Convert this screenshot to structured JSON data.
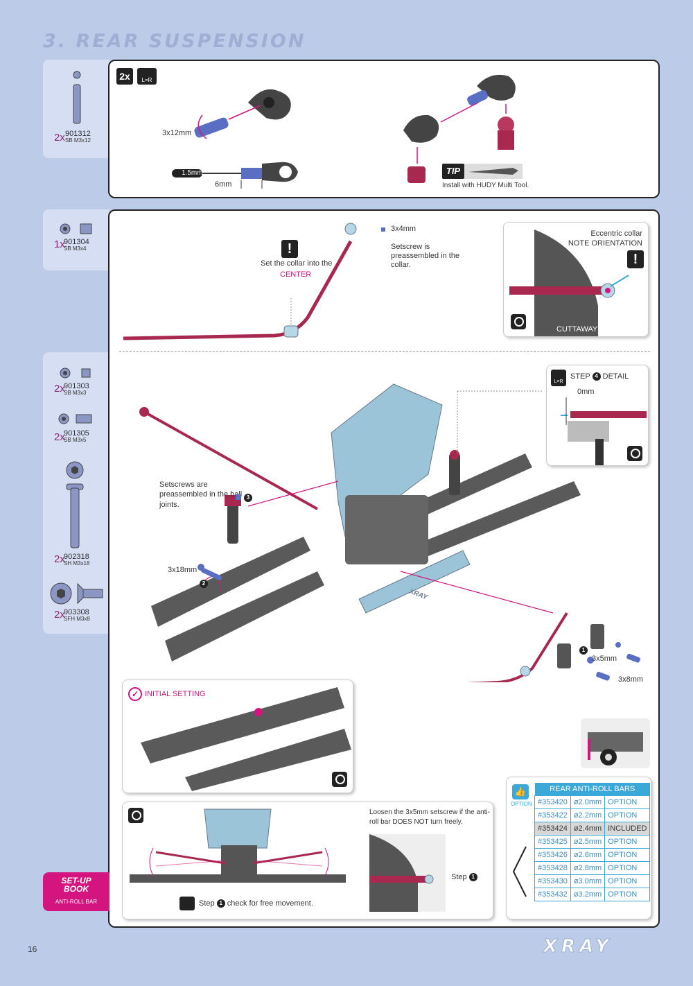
{
  "section_title": "3. REAR SUSPENSION",
  "page_number": "16",
  "brand": "XRAY",
  "parts_group1": [
    {
      "qty": "2x",
      "number": "901312",
      "desc": "SB M3x12"
    }
  ],
  "parts_group2": [
    {
      "qty": "1x",
      "number": "901304",
      "desc": "SB M3x4"
    }
  ],
  "parts_group3": [
    {
      "qty": "2x",
      "number": "901303",
      "desc": "SB M3x3"
    },
    {
      "qty": "2x",
      "number": "901305",
      "desc": "SB M3x5"
    },
    {
      "qty": "2x",
      "number": "902318",
      "desc": "SH M3x18"
    },
    {
      "qty": "2x",
      "number": "903308",
      "desc": "SFH M3x8"
    }
  ],
  "step1": {
    "qty_badge": "2x",
    "lr_badge": "L=R",
    "screw_label": "3x12mm",
    "hex_label": "1.5mm",
    "depth_label": "6mm",
    "tip_badge": "TIP",
    "tip_text": "Install with HUDY Multi Tool."
  },
  "step2": {
    "screw_label": "3x4mm",
    "setscrew_note": "Setscrew is preassembled in the collar.",
    "collar_note": "Set the collar into the",
    "collar_center": "CENTER",
    "inset_line1": "Eccentric collar",
    "inset_line2": "NOTE ORIENTATION",
    "inset_footer": "CUTTAWAY VIEW"
  },
  "step3": {
    "detail_title": "STEP",
    "detail_step": "4",
    "detail_suffix": "DETAIL",
    "detail_measure": "0mm",
    "ball_joint_note": "Setscrews are preassembled in the ball joints.",
    "marker3": "3",
    "screw_18": "3x18mm",
    "marker2": "2",
    "marker1": "1",
    "screw_5": "3x5mm",
    "screw_8": "3x8mm",
    "stamp": "XRAY"
  },
  "initial_setting": "INITIAL SETTING",
  "free_movement": {
    "step_word": "Step",
    "step_num": "1",
    "check_text": "check for free movement.",
    "loosen_note": "Loosen the 3x5mm setscrew if the anti-roll bar DOES NOT turn freely.",
    "step_label": "Step",
    "step_label_num": "1"
  },
  "option_badge": "OPTION",
  "antiroll_table": {
    "header": "REAR ANTI-ROLL BARS",
    "rows": [
      {
        "part": "#353420",
        "size": "ø2.0mm",
        "status": "OPTION"
      },
      {
        "part": "#353422",
        "size": "ø2.2mm",
        "status": "OPTION"
      },
      {
        "part": "#353424",
        "size": "ø2.4mm",
        "status": "INCLUDED"
      },
      {
        "part": "#353425",
        "size": "ø2.5mm",
        "status": "OPTION"
      },
      {
        "part": "#353426",
        "size": "ø2.6mm",
        "status": "OPTION"
      },
      {
        "part": "#353428",
        "size": "ø2.8mm",
        "status": "OPTION"
      },
      {
        "part": "#353430",
        "size": "ø3.0mm",
        "status": "OPTION"
      },
      {
        "part": "#353432",
        "size": "ø3.2mm",
        "status": "OPTION"
      }
    ]
  },
  "setup_book": {
    "line1": "SET-UP",
    "line2": "BOOK",
    "line3": "ANTI-ROLL BAR"
  }
}
